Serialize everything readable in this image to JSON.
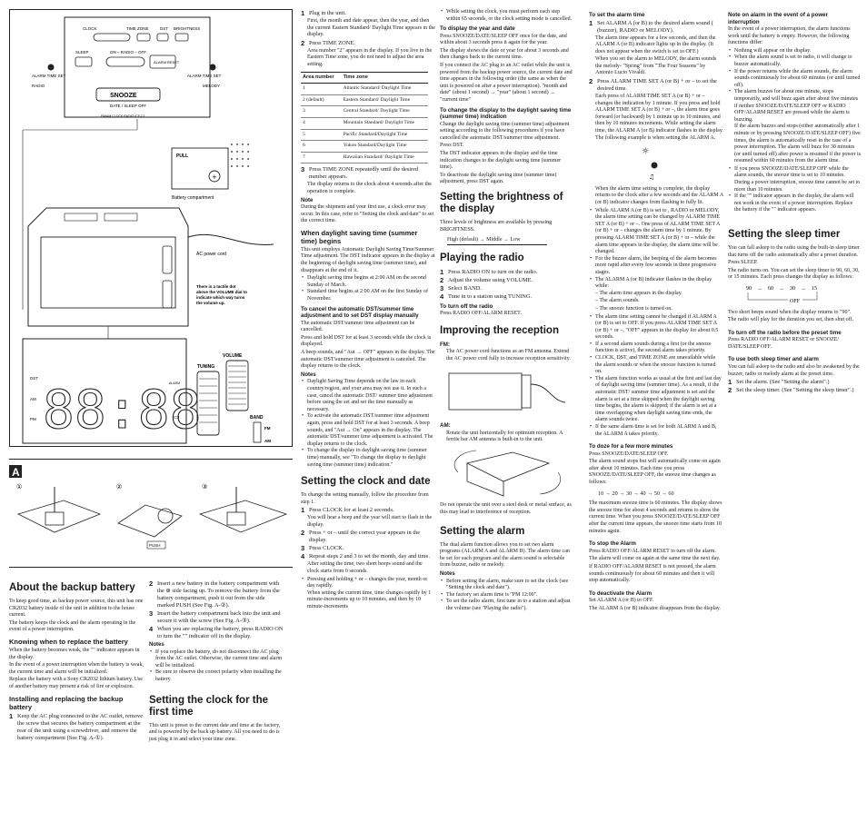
{
  "illustration": {
    "labels": {
      "clock": "CLOCK",
      "time_zone": "TIME ZONE",
      "dst": "DST",
      "brightness": "BRIGHTNESS",
      "sleep": "SLEEP",
      "on_radio_off": "ON – RADIO – OFF",
      "alarm_reset": "ALARM RESET",
      "alarm_time_set_a": "ALARM TIME SET",
      "alarm_time_set_b": "ALARM TIME SET",
      "radio": "RADIO",
      "melody": "MELODY",
      "snooze": "SNOOZE",
      "date_sleep_off": "DATE / SLEEP OFF",
      "model": "FM/AM CLOCK RADIO ICF-C1",
      "pull": "PULL",
      "battery_compartment": "Battery compartment",
      "ac_power_cord": "AC power cord",
      "tactile_dot": "There is a tactile dot above the VOLUME dial to indicate which way turns the volume up.",
      "volume": "VOLUME",
      "tuning": "TUNING",
      "band": "BAND",
      "fm": "FM",
      "am": "AM",
      "display_digits": "88:88",
      "dst_ind": "DST",
      "am_ind": "AM",
      "pm_ind": "PM",
      "alarm_ind": "ALARM"
    },
    "fig_label": "A",
    "fig_steps": [
      "①",
      "②",
      "③"
    ],
    "push": "PUSH"
  },
  "c1": {
    "h_backup": "About the backup battery",
    "p_backup": "To keep good time, as backup power source, this unit has one CR2032 battery inside of the unit in addition to the house current.",
    "p_backup2": "The battery keeps the clock and the alarm operating in the event of a power interruption.",
    "h_knowing": "Knowing when to replace the battery",
    "p_knowing": "When the battery becomes weak, the \"\" indicator appears in the display.",
    "p_knowing2": "In the event of a power interruption when the battery is weak, the current time and alarm will be initialized.",
    "p_knowing3": "Replace the battery with a Sony CR2032 lithium battery. Use of another battery may present a risk of fire or explosion.",
    "h_install": "Installing and replacing the backup battery",
    "s1": "Keep the AC plug connected to the AC outlet, remove the screw that secures the battery compartment at the rear of the unit using a screwdriver, and remove the battery compartment (See Fig. A-①)."
  },
  "c2": {
    "s2": "Insert a new battery in the battery compartment with the ⊕ side facing up. To remove the battery from the battery compartment, push it out from the side marked PUSH (See Fig. A-②).",
    "s3": "Insert the battery compartment back into the unit and secure it with the screw (See Fig. A-③).",
    "s4": "When you are replacing the battery, press RADIO ON to turn the \"\" indicator off in the display.",
    "notes": "Notes",
    "n1": "If you replace the battery, do not disconnect the AC plug from the AC outlet. Otherwise, the current time and alarm will be initialized.",
    "n2": "Be sure to observe the correct polarity when installing the battery.",
    "h_first": "Setting the clock for the first time",
    "p_first": "This unit is preset to the current date and time at the factory, and is powered by the back up battery. All you need to do is just plug it in and select your time zone."
  },
  "c3": {
    "s1": "Plug in the unit.",
    "s1b": "First, the month and date appear, then the year, and then the current Eastern Standard/ Daylight Time appears in the display.",
    "s2": "Press TIME ZONE.",
    "s2b": "Area number \"2\" appears in the display. If you live in the Eastern Time zone, you do not need to adjust the area setting.",
    "table_head": [
      "Area number",
      "Time zone"
    ],
    "table": [
      [
        "1",
        "Atlantic Standard/ Daylight Time"
      ],
      [
        "2 (default)",
        "Eastern Standard/ Daylight Time"
      ],
      [
        "3",
        "Central Standard/ Daylight Time"
      ],
      [
        "4",
        "Mountain Standard/ Daylight Time"
      ],
      [
        "5",
        "Pacific Standard/Daylight Time"
      ],
      [
        "6",
        "Yukon Standard/Daylight Time"
      ],
      [
        "7",
        "Hawaiian Standard/ Daylight Time"
      ]
    ],
    "s3": "Press TIME ZONE repeatedly until the desired number appears.",
    "s3b": "The display returns to the clock about 4 seconds after the operation is complete.",
    "note": "Note",
    "note_p": "During the shipment and your first use, a clock error may occur. In this case, refer to \"Setting the clock and date\" to set the correct time.",
    "h_dst": "When daylight saving time (summer time) begins",
    "p_dst": "This unit employs Automatic Daylight Saving Time/Summer Time adjustment. The DST indicator appears in the display at the beginning of daylight saving time (summer time), and disappears at the end of it.",
    "b1": "Daylight saving time begins at 2:00 AM on the second Sunday of March.",
    "b2": "Standard time begins at 2:00 AM on the first Sunday of November.",
    "h_cancel": "To cancel the automatic DST/summer time adjustment and to set DST display manually",
    "p_cancel": "The automatic DST/summer time adjustment can be cancelled.",
    "p_cancel2": "Press and hold DST for at least 3 seconds while the clock is displayed.",
    "p_cancel3": "A beep sounds, and \"Aut → OFF\" appears in the display. The automatic DST/summer time adjustment is canceled. The display returns to the clock.",
    "notes": "Notes",
    "nb1": "Daylight Saving Time depends on the law in each country/region, and your area may not use it. In such a case, cancel the automatic DST/ summer time adjustment before using the set and set the time manually as necessary.",
    "nb2": "To activate the automatic DST/summer time adjustment again, press and hold DST for at least 3 seconds. A beep sounds, and \"Aut → On\" appears in the display. The automatic DST/summer time adjustment is activated. The display returns to the clock.",
    "nb3": "To change the display to daylight saving time (summer time) manually, see \"To change the display to daylight saving time (summer time) indication.\"",
    "h_clock": "Setting the clock and date",
    "p_clock": "To change the setting manually, follow the procedure from step 1.",
    "cs1": "Press CLOCK for at least 2 seconds.",
    "cs1b": "You will hear a beep and the year will start to flash in the display.",
    "cs2": "Press + or – until the correct year appears in the display.",
    "cs3": "Press CLOCK.",
    "cs4": "Repeat steps 2 and 3 to set the month, day and time.",
    "cs4b": "After setting the time, two short beeps sound and the clock starts from 0 seconds.",
    "cb1": "Pressing and holding + or – changes the year, month or day rapidly.",
    "cb1b": "When setting the current time, time changes rapidly by 1 minute-increments up to 10 minutes, and then by 10 minute-increments"
  },
  "c4": {
    "b1": "While setting the clock, you must perform each step within 65 seconds, or the clock setting mode is cancelled.",
    "h_year": "To display the year and date",
    "p_year": "Press SNOOZE/DATE/SLEEP OFF once for the date, and within about 3 seconds press it again for the year.",
    "p_year2": "The display shows the date or year for about 3 seconds and then changes back to the current time.",
    "p_year3": "If you connect the AC plug to an AC outlet while the unit is powered from the backup power source, the current date and time appears in the following order (the same as when the unit is powered on after a power interruption). \"month and date\" (about 1 second) → \"year\" (about 1 second) → \"current time\"",
    "h_change": "To change the display to the daylight saving time (summer time) indication",
    "p_change": "Change the daylight saving time (summer time) adjustment setting according to the following procedures if you have cancelled the automatic DST/summer time adjustment.",
    "p_change2": "Press DST.",
    "p_change3": "The DST indicator appears in the display and the time indication changes to the daylight saving time (summer time).",
    "p_change4": "To deactivate the daylight saving time (summer time) adjustment, press DST again.",
    "h_bright": "Setting the brightness of the display",
    "p_bright": "Three levels of brightness are available by pressing BRIGHTNESS.",
    "bright_seq": "High (default) → Middle → Low",
    "h_radio": "Playing the radio",
    "r1": "Press RADIO ON to turn on the radio.",
    "r2": "Adjust the volume using VOLUME.",
    "r3": "Select BAND.",
    "r4": "Tune in to a station using TUNING.",
    "h_off": "To turn off the radio",
    "p_off": "Press RADIO OFF/ALARM RESET.",
    "h_recep": "Improving the reception",
    "fm": "FM:",
    "p_fm": "The AC power cord functions as an FM antenna. Extend the AC power cord fully to increase reception sensitivity.",
    "am": "AM:",
    "p_am": "Rotate the unit horizontally for optimum reception. A ferrite bar AM antenna is built-in to the unit.",
    "p_place": "Do not operate the unit over a steel desk or metal surface, as this may lead to interference of reception.",
    "h_alarm": "Setting the alarm",
    "p_alarm": "The dual alarm function allows you to set two alarm programs (ALARM A and ALARM B). The alarm time can be set for each program and the alarm sound is selectable from buzzer, radio or melody.",
    "notes": "Notes",
    "an1": "Before setting the alarm, make sure to set the clock (see \"Setting the clock and date\").",
    "an2": "The factory set alarm time is \"PM 12:00\".",
    "an3": "To set the radio alarm, first tune in to a station and adjust the volume (see \"Playing the radio\")."
  },
  "c5": {
    "h_set": "To set the alarm time",
    "s1": "Set ALARM A (or B) to the desired alarm sound ( (buzzer), RADIO or MELODY).",
    "s1b": "The alarm time appears for a few seconds, and then the ALARM A (or B) indicator lights up in the display. (It does not appear when the switch is set to OFF.)",
    "s1c": "When you set the alarm to MELODY, the alarm sounds the melody- \"Spring\" from \"The Four Seasons\" by Antonio Lucio Vivaldi.",
    "s2": "Press ALARM TIME SET A (or B) + or – to set the desired time.",
    "s2b": "Each press of ALARM TIME SET A (or B) + or – changes the indication by 1 minute. If you press and hold ALARM TIME SET A (or B) + or –, the alarm time goes forward (or backward) by 1 minute up to 10 minutes, and then by 10 minutes increments. While setting the alarm time, the ALARM A (or B) indicator flashes in the display. The following example is when setting the ALARM A.",
    "p_return": "When the alarm time setting is complete, the display returns to the clock after a few seconds and the ALARM A (or B) indicator changes from flashing to fully lit.",
    "b1": "While ALARM A (or B) is set to , RADIO or MELODY, the alarm time setting can be changed by ALARM TIME SET A (or B) + or –. One press of ALARM TIME SET A (or B) + or – changes the alarm time by 1 minute. By pressing ALARM TIME SET A (or B) + or – while the alarm time appears in the display, the alarm time will be changed.",
    "b2": "For the buzzer alarm, the beeping of the alarm becomes more rapid after every few seconds in three progressive stages.",
    "b3": "The ALARM A (or B) indicator flashes in the display while:",
    "d1": "– The alarm time appears in the display.",
    "d2": "– The alarm sounds.",
    "d3": "– The snooze function is turned on.",
    "b4": "The alarm time setting cannot be changed if ALARM A (or B) is set to OFF. If you press ALARM TIME SET A (or B) + or –, \"OFF\" appears in the display for about 0.5 seconds.",
    "b5": "If a second alarm sounds during a first (or the snooze function is active), the second alarm takes priority.",
    "b6": "CLOCK, DST, and TIME ZONE are unavailable while the alarm sounds or when the snooze function is turned on.",
    "b7": "The alarm function works as usual at the first and last day of daylight saving time (summer time). As a result, if the automatic DST/ summer time adjustment is set and the alarm is set at a time skipped when the daylight saving time begins, the alarm is skipped; if the alarm is set at a time overlapping when daylight saving time ends, the alarm sounds twice.",
    "b8": "If the same alarm time is set for both ALARM A and B, the ALARM A takes priority.",
    "h_doze": "To doze for a few more minutes",
    "p_doze": "Press SNOOZE/DATE/SLEEP OFF.",
    "p_doze2": "The alarm sound stops but will automatically come on again after about 10 minutes. Each time you press SNOOZE/DATE/SLEEP OFF, the snooze time changes as follows:",
    "doze_seq": "10 → 20 → 30 → 40 → 50 → 60",
    "p_doze3": "The maximum snooze time is 60 minutes. The display shows the snooze time for about 4 seconds and returns to show the current time. When you press SNOOZE/DATE/SLEEP OFF after the current time appears, the snooze time starts from 10 minutes again.",
    "h_stop": "To stop the Alarm",
    "p_stop": "Press RADIO OFF/ALARM RESET to turn off the alarm.",
    "p_stop2": "The alarm will come on again at the same time the next day.",
    "p_stop3": "If RADIO OFF/ALARM RESET is not pressed, the alarm sounds continuously for about 60 minutes and then it will stop automatically.",
    "h_deact": "To deactivate the Alarm",
    "p_deact": "Set ALARM A (or B) to OFF.",
    "p_deact2": "The ALARM A (or B) indicator disappears from the display."
  },
  "c6": {
    "h_note": "Note on alarm in the event of a power interruption",
    "p_note": "In the event of a power interruption, the alarm functions work until the battery is empty. However, the following functions differ:",
    "b1": "Nothing will appear on the display.",
    "b2": "When the alarm sound is set to radio, it will change to buzzer automatically.",
    "b3": "If the power returns while the alarm sounds, the alarm sounds continuously for about 60 minutes (or until turned off).",
    "b4": "The alarm buzzes for about one minute, stops temporarily, and will buzz again after about five minutes if neither SNOOZE/DATE/SLEEP OFF or RADIO OFF/ALARM RESET are pressed while the alarm is buzzing.",
    "b4b": "If the alarm buzzes and stops (either automatically after 1 minute or by pressing SNOOZE/DATE/SLEEP OFF) five times, the alarm is automatically reset in the case of a power interruption. The alarm will buzz for 30 minutes (or until turned off) after power is resumed if the power is resumed within 60 minutes from the alarm time.",
    "b5": "If you press SNOOZE/DATE/SLEEP OFF while the alarm sounds, the snooze time is set to 10 minutes. During a power interruption, snooze time cannot be set to more than 10 minutes.",
    "b6": "If the \"\" indicator appears in the display, the alarm will not work in the event of a power interruption. Replace the battery if the \"\" indicator appears.",
    "h_sleep": "Setting the sleep timer",
    "p_sleep": "You can fall asleep to the radio using the built-in sleep timer that turns off the radio automatically after a preset duration.",
    "p_sleep2": "Press SLEEP.",
    "p_sleep3": "The radio turns on. You can set the sleep timer to 90, 60, 30, or 15 minutes. Each press changes the display as follows:",
    "seq": [
      "90",
      "60",
      "30",
      "15",
      "OFF"
    ],
    "p_sleep4": "Two short beeps sound when the display returns to \"90\".",
    "p_sleep5": "The radio will play for the duration you set, then shut off.",
    "h_turnoff": "To turn off the radio before the preset time",
    "p_turnoff": "Press RADIO OFF/ALARM RESET or SNOOZE/ DATE/SLEEP OFF.",
    "h_both": "To use both sleep timer and alarm",
    "p_both": "You can fall asleep to the radio and also be awakened by the buzzer, radio or melody alarm at the preset time.",
    "s1": "Set the alarm. (See \"Setting the alarm\".)",
    "s2": "Set the sleep timer. (See \"Setting the sleep timer\".)"
  }
}
